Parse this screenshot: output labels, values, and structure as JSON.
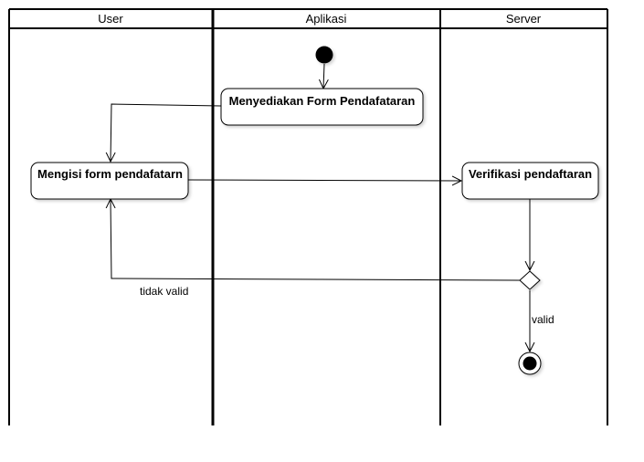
{
  "swimlanes": [
    {
      "title": "User"
    },
    {
      "title": "Aplikasi"
    },
    {
      "title": "Server"
    }
  ],
  "nodes": {
    "start": {
      "type": "initial"
    },
    "menyediakan": {
      "type": "action",
      "label": "Menyediakan Form Pendafataran"
    },
    "mengisi": {
      "type": "action",
      "label": "Mengisi form pendafatarn"
    },
    "verifikasi": {
      "type": "action",
      "label": "Verifikasi pendaftaran"
    },
    "decision": {
      "type": "decision"
    },
    "end": {
      "type": "final"
    }
  },
  "edges": [
    {
      "from": "start",
      "to": "menyediakan",
      "label": ""
    },
    {
      "from": "menyediakan",
      "to": "mengisi",
      "label": ""
    },
    {
      "from": "mengisi",
      "to": "verifikasi",
      "label": ""
    },
    {
      "from": "verifikasi",
      "to": "decision",
      "label": ""
    },
    {
      "from": "decision",
      "to": "mengisi",
      "label": "tidak valid"
    },
    {
      "from": "decision",
      "to": "end",
      "label": "valid"
    }
  ]
}
